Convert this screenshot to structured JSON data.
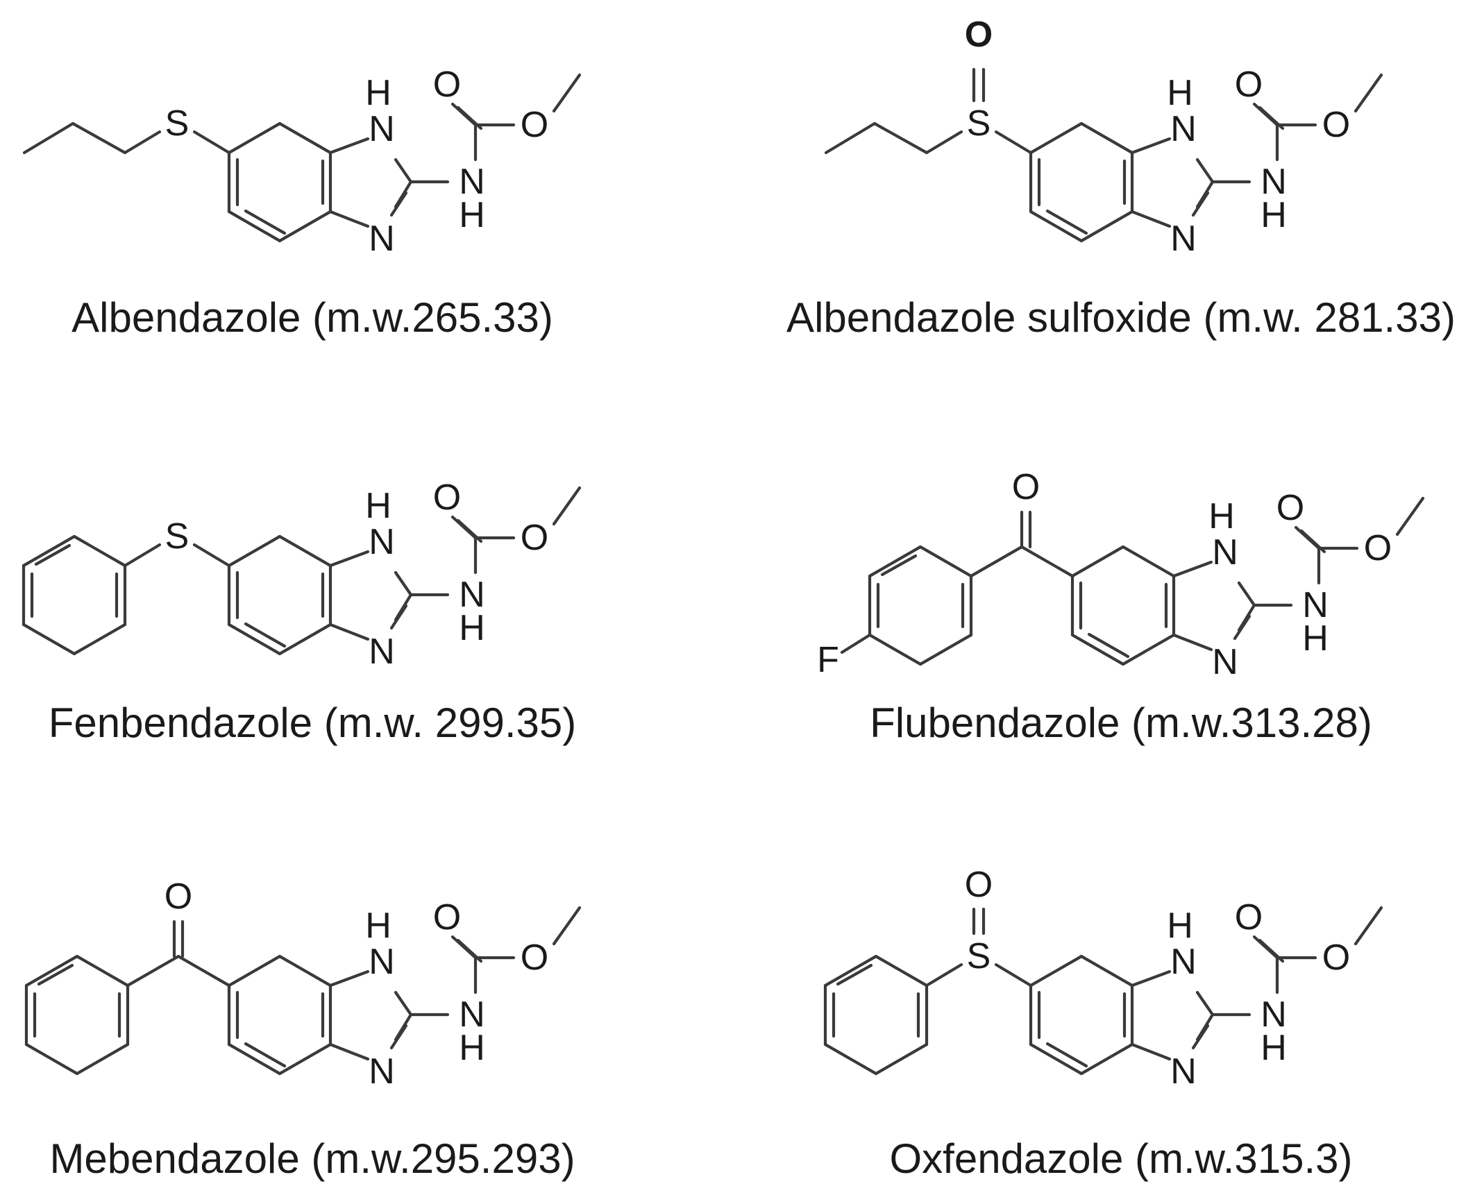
{
  "figure": {
    "compounds": [
      {
        "name": "Albendazole (m.w.265.33)",
        "substituent": "propylthio"
      },
      {
        "name": "Albendazole sulfoxide (m.w. 281.33)",
        "substituent": "propylsulfinyl"
      },
      {
        "name": "Fenbendazole (m.w. 299.35)",
        "substituent": "phenylthio"
      },
      {
        "name": "Flubendazole (m.w.313.28)",
        "substituent": "4-fluorobenzoyl"
      },
      {
        "name": "Mebendazole (m.w.295.293)",
        "substituent": "benzoyl"
      },
      {
        "name": "Oxfendazole (m.w.315.3)",
        "substituent": "phenylsulfinyl"
      }
    ],
    "atom_labels": {
      "S": "S",
      "O": "O",
      "F": "F",
      "N": "N",
      "H": "H"
    }
  }
}
